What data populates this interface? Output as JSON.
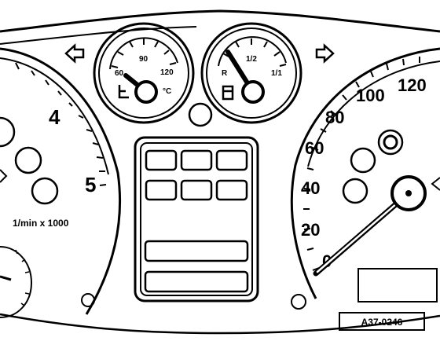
{
  "tachometer": {
    "tick_labels": [
      "4",
      "5"
    ],
    "unit_label": "1/min x 1000"
  },
  "temperature_gauge": {
    "tick_labels": [
      "60",
      "90",
      "120"
    ],
    "unit_label": "°C"
  },
  "fuel_gauge": {
    "tick_labels": [
      "R",
      "1/2",
      "1/1"
    ]
  },
  "speedometer": {
    "tick_labels": [
      "0",
      "20",
      "40",
      "60",
      "80",
      "100",
      "120"
    ]
  },
  "reference_code": "A37-0246"
}
